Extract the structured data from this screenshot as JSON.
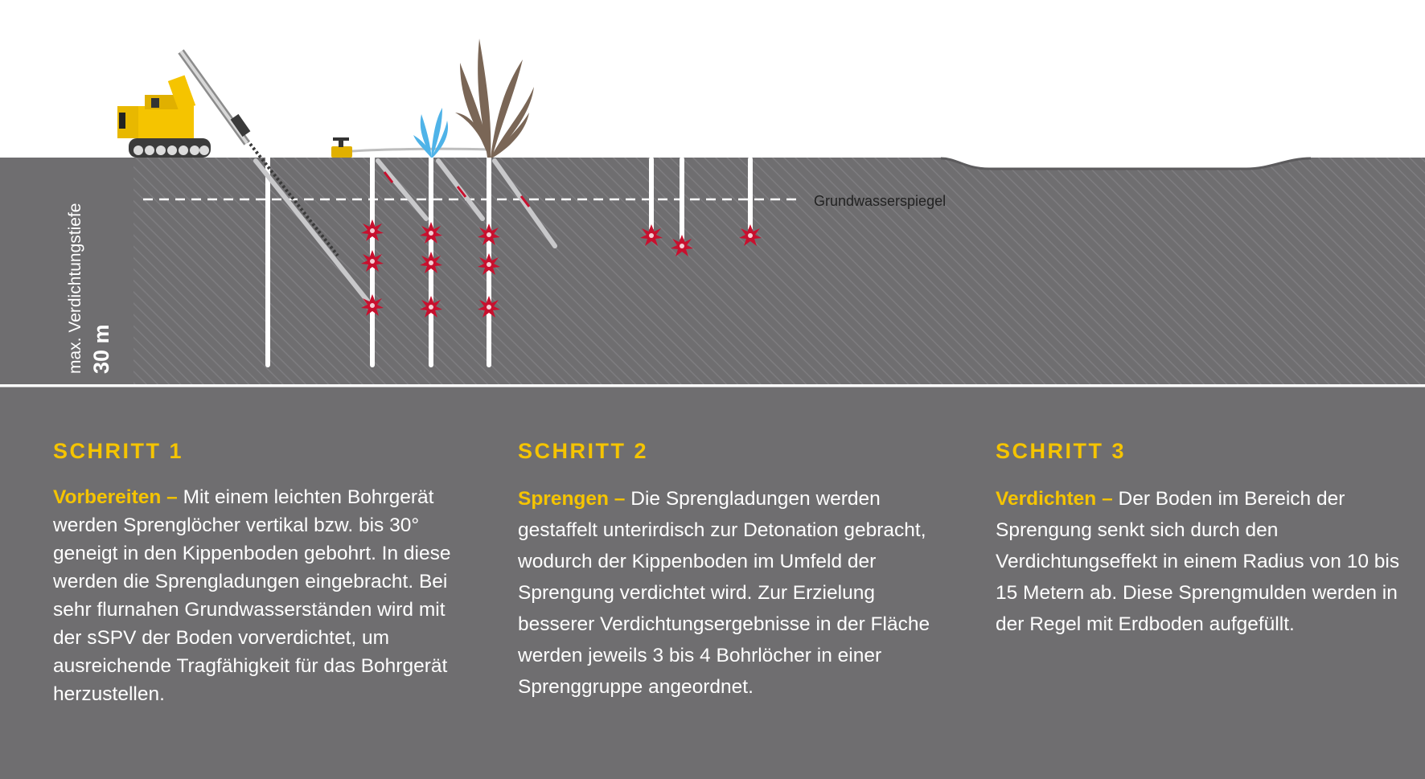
{
  "diagram": {
    "groundwater_label": "Grundwasserspiegel",
    "depth_label": "max. Verdichtungstiefe",
    "depth_value": "30 m"
  },
  "steps": [
    {
      "title": "SCHRITT 1",
      "lead": "Vorbereiten –",
      "text": " Mit einem leichten Bohrgerät werden Sprenglöcher vertikal bzw. bis 30° geneigt in den Kippenboden gebohrt. In diese werden die Spreng­ladungen eingebracht. Bei sehr flur­nahen Grundwasserständen wird mit der sSPV der Boden vorver­dichtet, um ausreichende Tragfähigkeit für das Bohrgerät herzustellen."
    },
    {
      "title": "SCHRITT 2",
      "lead": "Sprengen –",
      "text": " Die Sprengladungen werden gestaffelt unterirdisch zur Detonation gebracht, wodurch der Kippenboden im Umfeld der Sprengung verdichtet wird. Zur Erzielung besserer Verdichtungsergebnisse in der Fläche werden jeweils 3 bis 4 Bohrlöcher in einer Sprenggruppe angeordnet."
    },
    {
      "title": "SCHRITT 3",
      "lead": "Verdichten –",
      "text": "  Der Boden im Bereich der Sprengung senkt sich durch den Verdichtungseffekt in einem Radius von 10 bis 15 Metern ab. Diese Sprengmul­den werden in der Regel mit Erdboden aufgefüllt."
    }
  ],
  "colors": {
    "ground": "#6f6e70",
    "ground_hatch": "#7e7d80",
    "accent_yellow": "#f5c400",
    "explosion_red": "#c8102e",
    "water_blue": "#4fb3e8",
    "debris_brown": "#7a6656"
  },
  "icons": {
    "drill_rig": "drill-rig-icon",
    "detonator": "detonator-icon",
    "explosion": "explosion-icon",
    "water_fountain": "water-fountain-icon",
    "soil_eruption": "soil-eruption-icon"
  }
}
